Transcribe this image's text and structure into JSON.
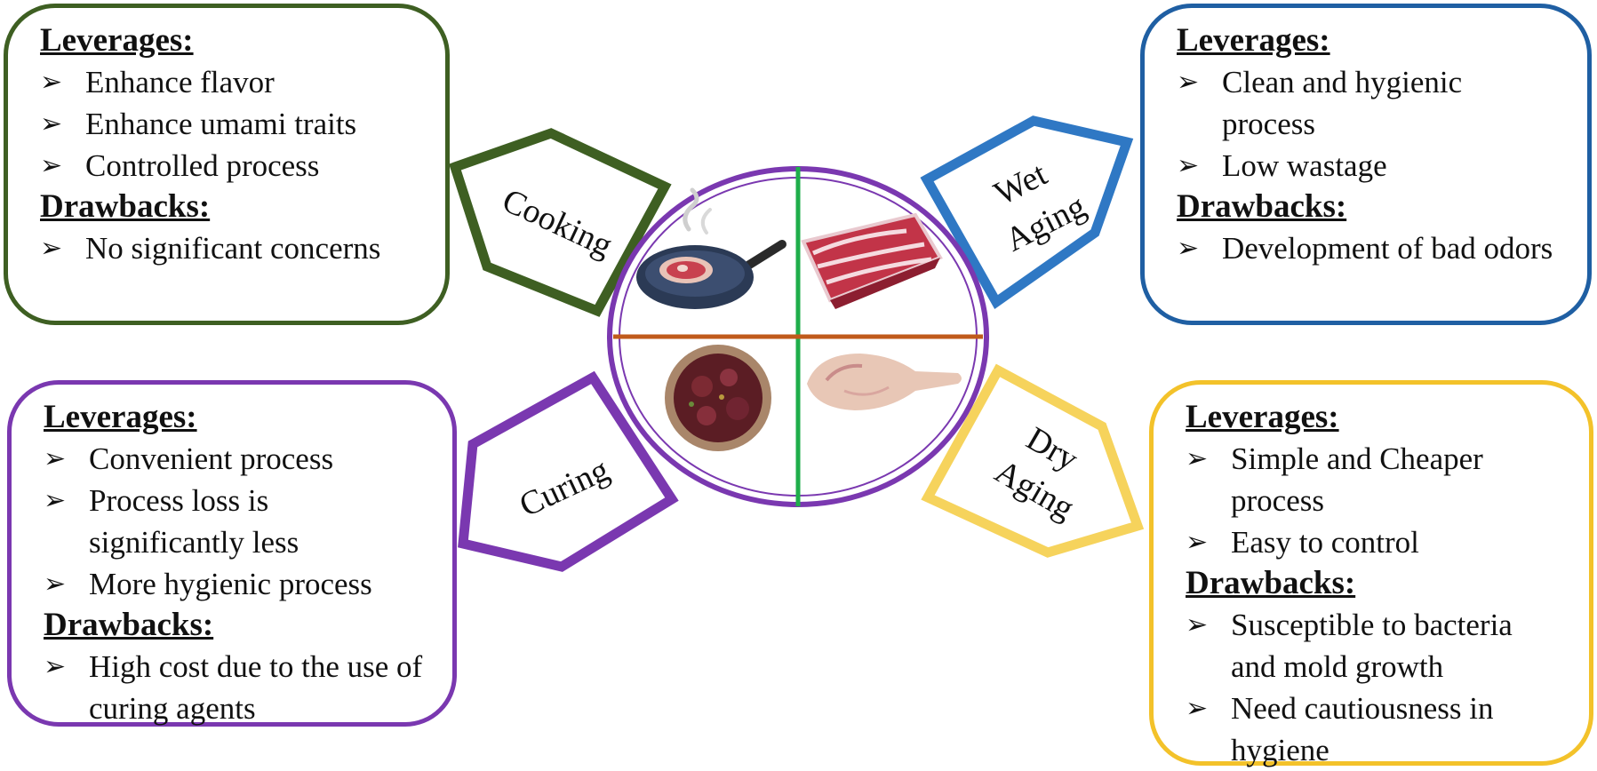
{
  "cooking": {
    "label": "Cooking",
    "leverages_title": "Leverages:",
    "leverages": [
      "Enhance flavor",
      "Enhance umami traits",
      "Controlled process"
    ],
    "drawbacks_title": "Drawbacks:",
    "drawbacks": [
      "No significant concerns"
    ]
  },
  "wet_aging": {
    "label_line1": "Wet",
    "label_line2": "Aging",
    "leverages_title": "Leverages:",
    "leverages": [
      "Clean and hygienic process",
      "Low wastage"
    ],
    "drawbacks_title": "Drawbacks:",
    "drawbacks": [
      "Development of bad odors"
    ]
  },
  "curing": {
    "label": "Curing",
    "leverages_title": "Leverages:",
    "leverages": [
      "Convenient process",
      "Process loss is significantly less",
      "More hygienic process"
    ],
    "drawbacks_title": "Drawbacks:",
    "drawbacks": [
      "High cost due to the use of curing agents"
    ]
  },
  "dry_aging": {
    "label_line1": "Dry",
    "label_line2": "Aging",
    "leverages_title": "Leverages:",
    "leverages": [
      "Simple and Cheaper process",
      "Easy to control"
    ],
    "drawbacks_title": "Drawbacks:",
    "drawbacks": [
      "Susceptible to bacteria and mold growth",
      "Need cautiousness in hygiene"
    ]
  },
  "colors": {
    "cooking": "#3e5f22",
    "wet_aging": "#1f5fa3",
    "curing": "#7a38b0",
    "dry_aging": "#f3c22a",
    "divider_vertical": "#1fae4b",
    "divider_horizontal": "#c05a1b",
    "circle": "#7a38b0"
  },
  "bullet_icon": "arrow-bullet-icon"
}
